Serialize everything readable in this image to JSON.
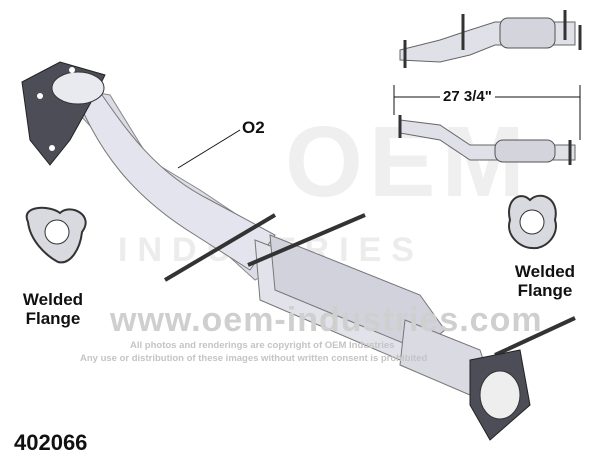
{
  "watermark": {
    "logo": "OEM",
    "industries": "INDUSTRIES",
    "url": "www.oem-industries.com",
    "copyright_line1": "All photos and renderings are copyright of OEM Industries",
    "copyright_line2": "Any use or distribution of these images without written consent is prohibited"
  },
  "labels": {
    "o2": "O2",
    "welded_left": "Welded Flange",
    "welded_right": "Welded Flange",
    "dimension": "27 3/4\""
  },
  "part_number": "402066"
}
